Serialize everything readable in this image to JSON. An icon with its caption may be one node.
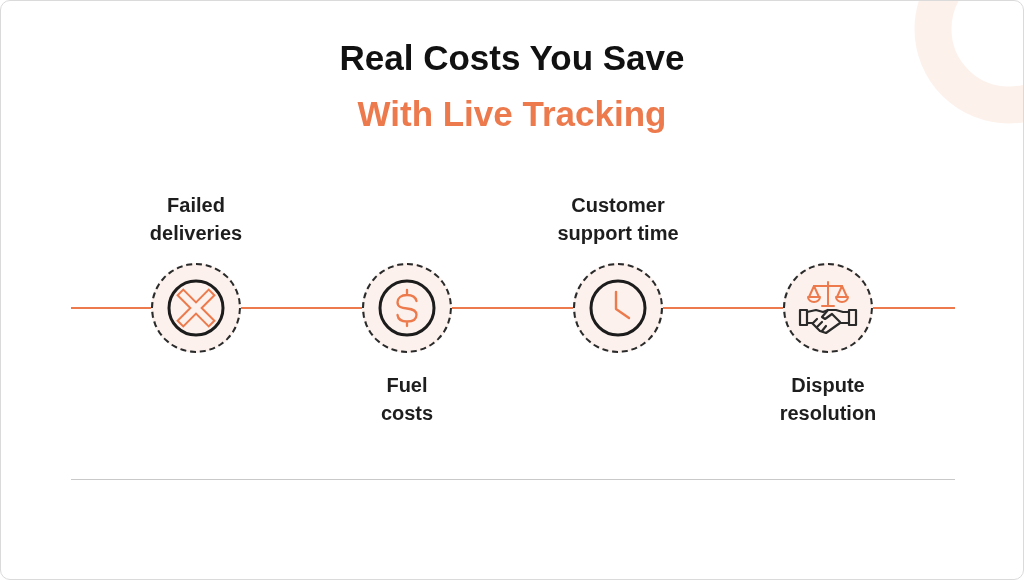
{
  "diagram": {
    "title": "Real Costs You Save",
    "nodes": [
      {
        "text": [
          "Failed deliveries"
        ]
      },
      {
        "text": [
          "Fuel costs"
        ]
      },
      {
        "text": [
          "Customer support time"
        ]
      },
      {
        "text": [
          "Dispute resolution"
        ]
      }
    ],
    "edges": [
      {
        "from": null,
        "to": 0,
        "arrow": "none"
      },
      {
        "from": 0,
        "to": 1,
        "arrow": "none"
      },
      {
        "from": 1,
        "to": 2,
        "arrow": "none"
      },
      {
        "from": 2,
        "to": 3,
        "arrow": "none"
      },
      {
        "from": 3,
        "to": null,
        "arrow": "none"
      }
    ],
    "labels": [
      "With Live Tracking"
    ]
  }
}
